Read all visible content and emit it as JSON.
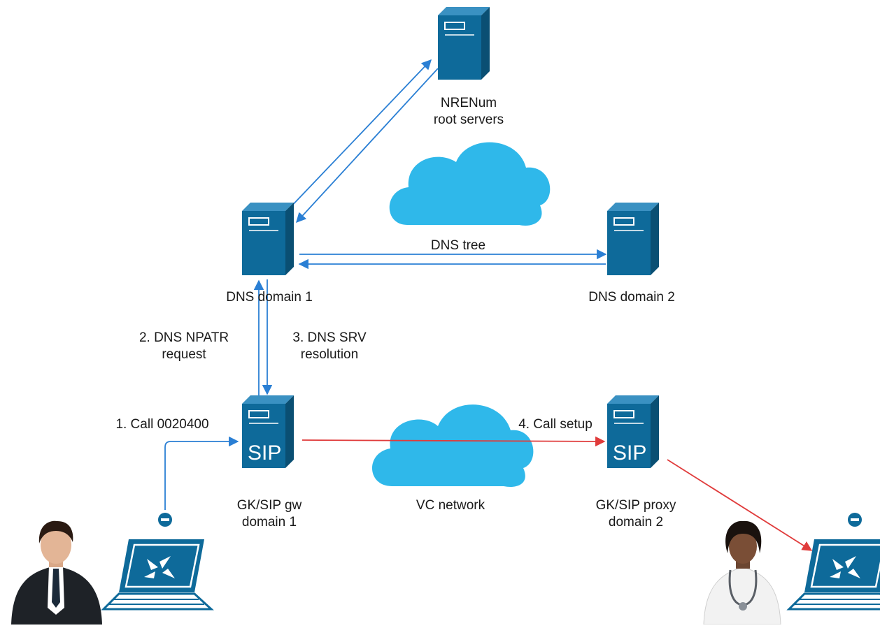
{
  "nodes": {
    "root_servers": {
      "line1": "NRENum",
      "line2": "root servers"
    },
    "dns_domain1": {
      "label": "DNS domain 1"
    },
    "dns_domain2": {
      "label": "DNS domain 2"
    },
    "gk_gw": {
      "line1": "GK/SIP gw",
      "line2": "domain 1"
    },
    "gk_proxy": {
      "line1": "GK/SIP proxy",
      "line2": "domain 2"
    }
  },
  "clouds": {
    "dns_tree": {
      "label": "DNS tree"
    },
    "vc_network": {
      "label": "VC network"
    }
  },
  "steps": {
    "step1": {
      "label": "1. Call 0020400"
    },
    "step2": {
      "line1": "2. DNS NPATR",
      "line2": "request"
    },
    "step3": {
      "line1": "3. DNS SRV",
      "line2": "resolution"
    },
    "step4": {
      "label": "4. Call setup"
    }
  },
  "server_icon_text": "SIP",
  "colors": {
    "server_blue": "#0e6a9a",
    "server_dark": "#0a4f73",
    "cloud_blue": "#2fb8ea",
    "arrow_blue": "#2a7fd4",
    "arrow_red": "#e03b3b"
  }
}
